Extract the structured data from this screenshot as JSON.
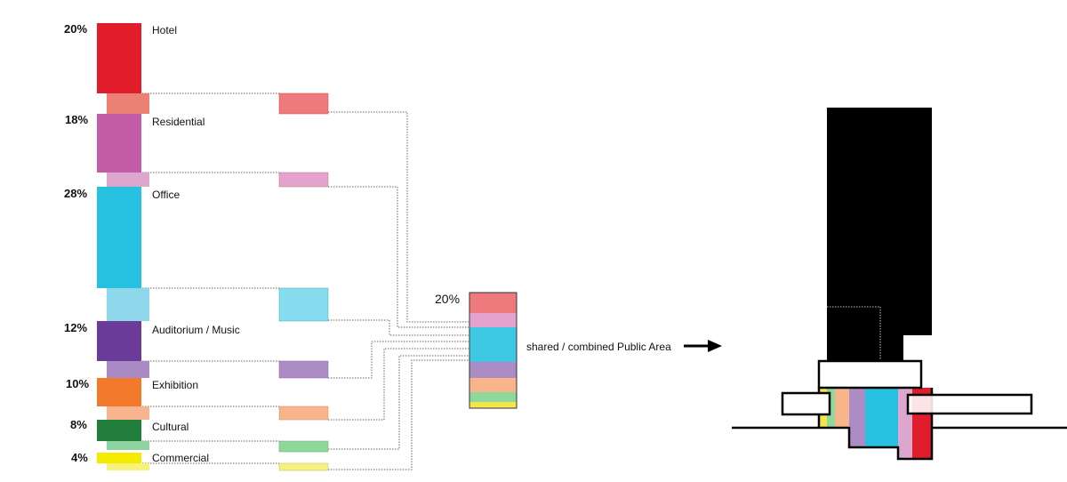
{
  "categories": [
    {
      "key": "hotel",
      "label": "Hotel",
      "percent": "20%",
      "color": "#e21d2b",
      "light_color": "#ec8075",
      "shared_color": "#ee7a7c"
    },
    {
      "key": "residential",
      "label": "Residential",
      "percent": "18%",
      "color": "#c45ba7",
      "light_color": "#dca6cf",
      "shared_color": "#e3a3cd"
    },
    {
      "key": "office",
      "label": "Office",
      "percent": "28%",
      "color": "#26c0e0",
      "light_color": "#8fd7ea",
      "shared_color": "#87dcef"
    },
    {
      "key": "auditorium",
      "label": "Auditorium / Music",
      "percent": "12%",
      "color": "#6a3b98",
      "light_color": "#a98ac4",
      "shared_color": "#ac8cc4"
    },
    {
      "key": "exhibition",
      "label": "Exhibition",
      "percent": "10%",
      "color": "#f47a2b",
      "light_color": "#f7b48e",
      "shared_color": "#f8b48a"
    },
    {
      "key": "cultural",
      "label": "Cultural",
      "percent": "8%",
      "color": "#217f3b",
      "light_color": "#8fd3a0",
      "shared_color": "#8ed89c"
    },
    {
      "key": "commercial",
      "label": "Commercial",
      "percent": "4%",
      "color": "#f5eb00",
      "light_color": "#f8f17a",
      "shared_color": "#f8f07e"
    }
  ],
  "shared": {
    "percent": "20%",
    "label": "shared / combined Public Area"
  },
  "building": {
    "tower_color": "#000000",
    "stripe_colors": [
      "#f2e74a",
      "#8ed89c",
      "#f8b48a",
      "#ac8cc4",
      "#26c0e0",
      "#dca6cf",
      "#e21d2b"
    ]
  }
}
